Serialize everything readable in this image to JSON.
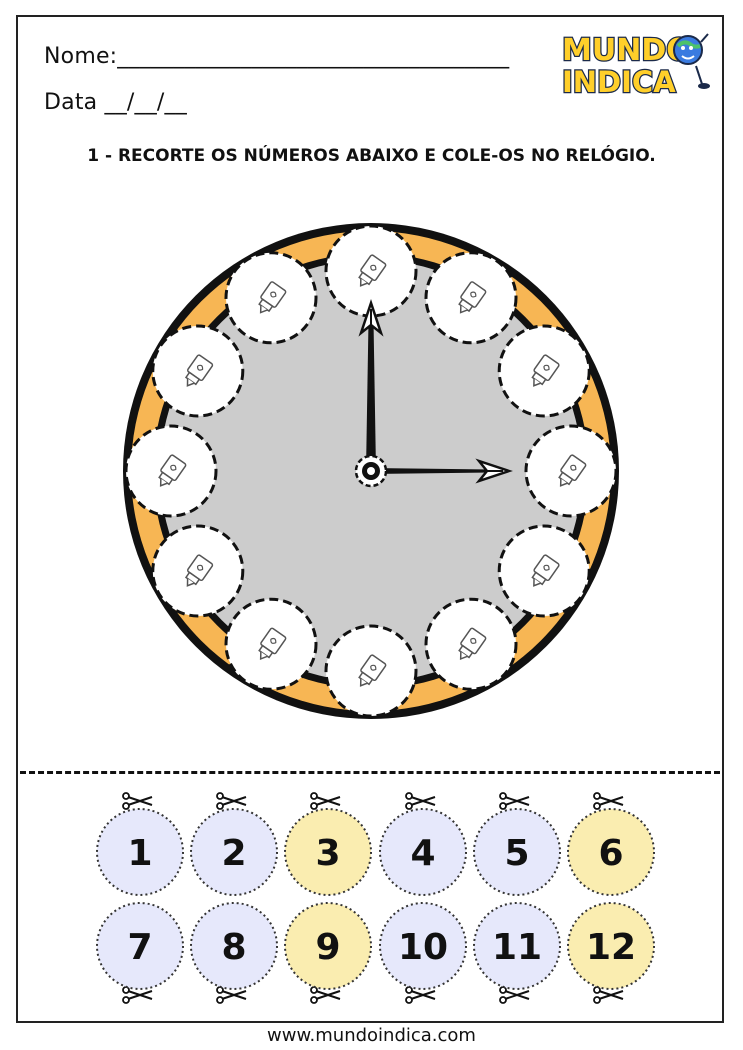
{
  "header": {
    "nome_label": "Nome:___________________________________",
    "data_label": "Data __/__/__"
  },
  "logo": {
    "line1": "MUNDO",
    "line2": "INDICA",
    "icon": "globe-mascot-icon"
  },
  "instruction": "1 - RECORTE OS NÚMEROS ABAIXO E COLE-OS NO RELÓGIO.",
  "clock": {
    "time_hours": 3,
    "time_minutes": 0,
    "slot_icon": "glue-stick-icon",
    "face_color": "#cccccc",
    "ring_color": "#f7b654",
    "slot_count": 12
  },
  "cutouts": {
    "row1": [
      "1",
      "2",
      "3",
      "4",
      "5",
      "6"
    ],
    "row2": [
      "7",
      "8",
      "9",
      "10",
      "11",
      "12"
    ],
    "highlight_numbers": [
      "3",
      "6",
      "9",
      "12"
    ],
    "color_default": "#e6e8fb",
    "color_highlight": "#faedb0",
    "scissors_icon": "scissors-icon"
  },
  "footer": "www.mundoindica.com"
}
